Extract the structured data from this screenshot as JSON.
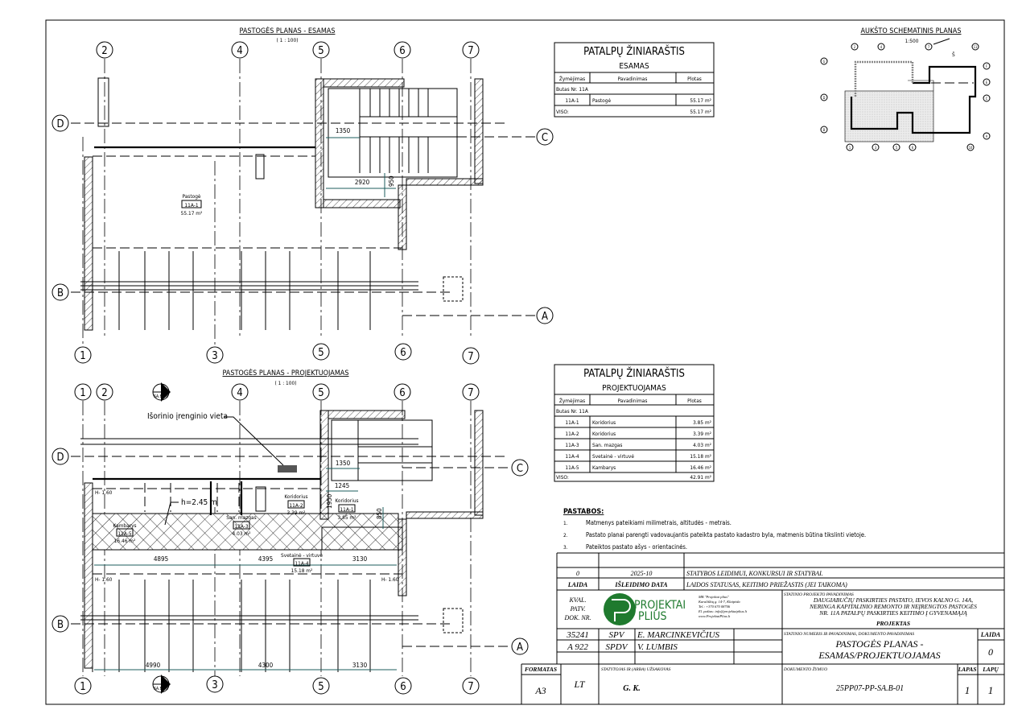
{
  "sheet": {
    "top_plan_title": "PASTOGĖS PLANAS - ESAMAS",
    "top_plan_scale": "( 1 : 100)",
    "bottom_plan_title": "PASTOGĖS PLANAS - PROJEKTUOJAMAS",
    "bottom_plan_scale": "( 1 : 100)",
    "schematic_title": "AUKŠTO SCHEMATINIS PLANAS",
    "schematic_scale": "1:500",
    "north_label": "Š"
  },
  "top_plan": {
    "axes_top": [
      "2",
      "4",
      "5",
      "6",
      "7"
    ],
    "axes_bottom": [
      "1",
      "3",
      "5",
      "6",
      "7"
    ],
    "axes_left": [
      "D",
      "B"
    ],
    "axes_right": [
      "C",
      "A"
    ],
    "dims": [
      "1350",
      "2920",
      "950"
    ],
    "room": {
      "name": "Pastogė",
      "code": "11A-1",
      "area": "55.17 m²"
    }
  },
  "bottom_plan": {
    "axes_top": [
      "1",
      "2",
      "4",
      "5",
      "6",
      "7"
    ],
    "axes_bottom": [
      "1",
      "3",
      "5",
      "6",
      "7"
    ],
    "axes_left": [
      "D",
      "B"
    ],
    "axes_right": [
      "C",
      "A"
    ],
    "section_ref": "SA.B-02",
    "equipment_note": "Išorinio įrenginio vieta",
    "height_note": "h=2.45 m",
    "levels": [
      "H- 1.60",
      "H- 1.60",
      "H- 1.60"
    ],
    "dims_mid": [
      "4895",
      "4395",
      "3130"
    ],
    "dims_bottom": [
      "4990",
      "4300",
      "3130"
    ],
    "dims_stair": [
      "1350",
      "1245",
      "1950",
      "850"
    ],
    "rooms": [
      {
        "name": "Koridorius",
        "code": "11A-1",
        "area": "3.85 m²"
      },
      {
        "name": "Koridorius",
        "code": "11A-2",
        "area": "3.39 m²"
      },
      {
        "name": "San. mazgas",
        "code": "11A-3",
        "area": "4.03 m²"
      },
      {
        "name": "Svetainė - virtuvė",
        "code": "11A-4",
        "area": "15.18 m²"
      },
      {
        "name": "Kambarys",
        "code": "11A-5",
        "area": "16.46 m²"
      }
    ]
  },
  "schematic_axes": [
    "G",
    "F",
    "E",
    "D",
    "C",
    "B",
    "A",
    "1",
    "2",
    "3",
    "4",
    "5",
    "6",
    "7",
    "10",
    "11"
  ],
  "table_existing": {
    "title": "PATALPŲ ŽINIARAŠTIS",
    "subtitle": "ESAMAS",
    "headers": [
      "Žymėjimas",
      "Pavadinimas",
      "Plotas"
    ],
    "group": "Butas Nr. 11A",
    "rows": [
      [
        "11A-1",
        "Pastogė",
        "55.17 m²"
      ]
    ],
    "total_label": "VISO:",
    "total": "55.17 m²"
  },
  "table_projected": {
    "title": "PATALPŲ ŽINIARAŠTIS",
    "subtitle": "PROJEKTUOJAMAS",
    "headers": [
      "Žymėjimas",
      "Pavadinimas",
      "Plotas"
    ],
    "group": "Butas Nr. 11A",
    "rows": [
      [
        "11A-1",
        "Koridorius",
        "3.85 m²"
      ],
      [
        "11A-2",
        "Koridorius",
        "3.39 m²"
      ],
      [
        "11A-3",
        "San. mazgas",
        "4.03 m²"
      ],
      [
        "11A-4",
        "Svetainė - virtuvė",
        "15.18 m²"
      ],
      [
        "11A-5",
        "Kambarys",
        "16.46 m²"
      ]
    ],
    "total_label": "VISO:",
    "total": "42.91 m²"
  },
  "notes": {
    "title": "PASTABOS:",
    "items": [
      {
        "n": "1.",
        "text": "Matmenys pateikiami milimetrais, altitudės - metrais."
      },
      {
        "n": "2.",
        "text": "Pastato planai parengti vadovaujantis pateikta pastato kadastro byla, matmenis būtina tikslinti vietoje."
      },
      {
        "n": "3.",
        "text": "Pateiktos pastato ašys - orientacinės."
      }
    ]
  },
  "title_block": {
    "revision": "0",
    "date": "2025-10",
    "status": "STATYBOS LEIDIMUI, KONKURSUI IR STATYBAI.",
    "h_laida": "LAIDA",
    "h_date": "IŠLEIDIMO DATA",
    "h_status": "LAIDOS STATUSAS, KEITIMO PRIEŽASTIS (JEI TAIKOMA)",
    "kval": [
      "KVAL.",
      "PATV.",
      "DOK. NR."
    ],
    "logo_text": [
      "PROJEKTAI",
      "PLIUS"
    ],
    "company": [
      "MB \"Projektai plius\"",
      "Karališkių g. 14-7, Klaipėda",
      "Tel.: +370 670 08706",
      "El. paštas: info@projektaiplius.lt",
      "www.ProjektaiPlius.lt"
    ],
    "project_label": "STATINIO PROJEKTO PAVADINIMAS",
    "project_name": [
      "DAUGIABUČIŲ PASKIRTIES PASTATO, IEVOS KALNO G. 14A,",
      "NERINGA KAPITALINIO REMONTO IR NEĮRENGTOS PASTOGĖS",
      "NR. 11A PATALPŲ PASKIRTIES KEITIMO Į GYVENAMĄJĄ",
      "PROJEKTAS"
    ],
    "staff": [
      {
        "num": "35241",
        "role": "SPV",
        "name": "E. MARCINKEVIČIUS"
      },
      {
        "num": "A 922",
        "role": "SPDV",
        "name": "V. LUMBIS"
      }
    ],
    "doc_label": "STATINIO NUMERIS IR PAVADINIMAS, DOKUMENTO PAVADINIMAS",
    "doc_name": [
      "PASTOGĖS PLANAS -",
      "ESAMAS/PROJEKTUOJAMAS"
    ],
    "laida_label": "LAIDA",
    "laida": "0",
    "formatas_label": "FORMATAS",
    "formatas": "A3",
    "lang": "LT",
    "client_label": "STATYTOJAS IR (ARBA) UŽSAKOVAS",
    "client": "G. K.",
    "code_label": "DOKUMENTO ŽYMUO",
    "code": "25PP07-PP-SA.B-01",
    "lapas_label": "LAPAS",
    "lapas": "1",
    "lapu_label": "LAPŲ",
    "lapu": "1"
  },
  "colors": {
    "logo_green": "#1f7a2e",
    "dim": "#1d5c5c"
  }
}
